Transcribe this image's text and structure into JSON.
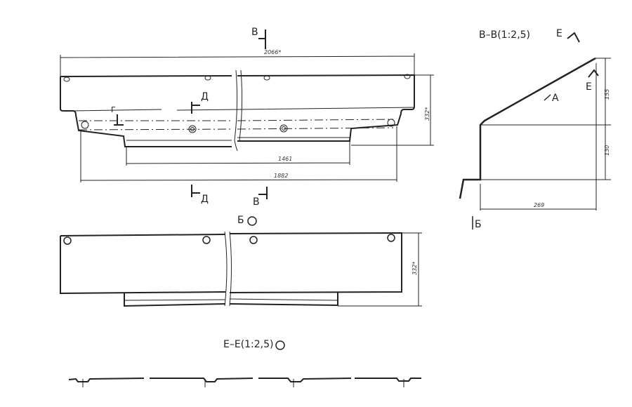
{
  "drawing": {
    "type": "technical-drawing",
    "views": {
      "main_view": {
        "section_marks": {
          "top_v": "В",
          "bottom_v": "В",
          "top_d": "Д",
          "bottom_d": "Д",
          "g": "Г"
        },
        "dimensions": {
          "overall_length": "2066*",
          "height": "332*",
          "inner_length": "1461",
          "hole_span": "1882"
        }
      },
      "section_vv": {
        "title": "В–В(1:2,5)",
        "marks": {
          "e_top": "Е",
          "e_bottom": "Е",
          "a": "А",
          "b": "Б"
        },
        "dimensions": {
          "upper_height": "155",
          "lower_height": "130",
          "width": "269"
        }
      },
      "view_b": {
        "title": "Б",
        "rotation_symbol": "⟲",
        "dimensions": {
          "height": "332*"
        }
      },
      "section_ee": {
        "title": "Е–Е(1:2,5)",
        "rotation_symbol": "⟲"
      }
    }
  }
}
